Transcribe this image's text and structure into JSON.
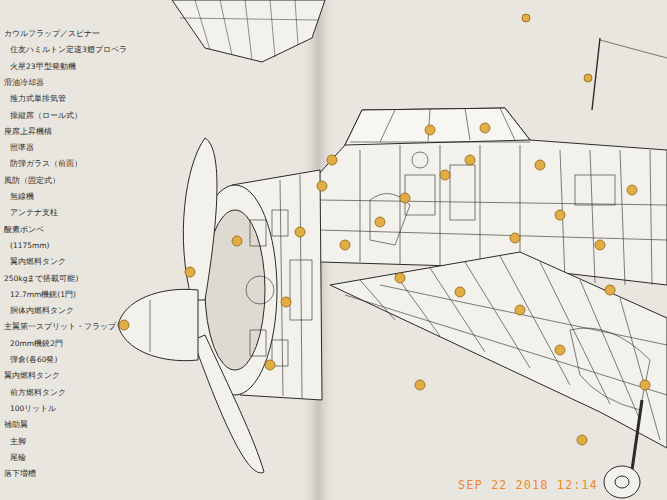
{
  "diagram": {
    "labels": [
      "カウルフラップ／スピナー",
      "住友ハミルトン定速3翅プロペラ",
      "火星23甲型発動機",
      "滑油冷却器",
      "推力式単排気管",
      "操縦席（ロール式）",
      "座席上昇機構",
      "照準器",
      "防弾ガラス（前面）",
      "風防（固定式）",
      "無線機",
      "アンテナ支柱",
      "酸素ボンベ",
      "(1175mm)",
      "翼内燃料タンク",
      "250kgまで搭載可能)",
      "12.7mm機銃(1門)",
      "胴体内燃料タンク",
      "主翼第一スプリット・フラップ",
      "20mm機銃2門",
      "弾倉(各60発)",
      "翼内燃料タンク",
      "前方燃料タンク",
      "100リットル",
      "補助翼",
      "主脚",
      "尾輪",
      "落下増槽",
      "SEP 22 2018 12:14"
    ]
  }
}
